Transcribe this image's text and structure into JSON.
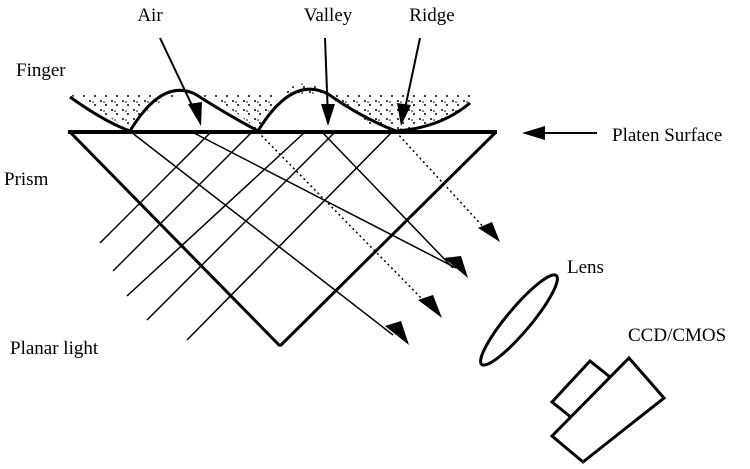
{
  "labels": {
    "air": "Air",
    "valley": "Valley",
    "ridge": "Ridge",
    "finger": "Finger",
    "prism": "Prism",
    "platen_surface": "Platen Surface",
    "lens": "Lens",
    "planar_light": "Planar light",
    "sensor": "CCD/CMOS"
  },
  "colors": {
    "ink": "#000000",
    "background": "#ffffff"
  }
}
